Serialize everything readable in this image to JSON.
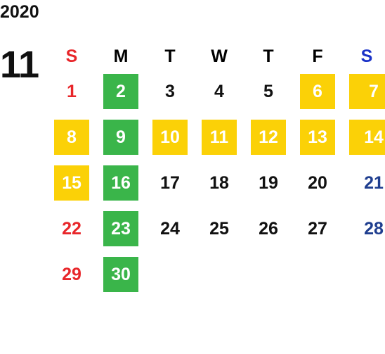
{
  "year": "2020",
  "month": "11",
  "weekdays": [
    "S",
    "M",
    "T",
    "W",
    "T",
    "F",
    "S"
  ],
  "colors": {
    "yellow": "#fbd107",
    "green": "#3ab54a",
    "sunday": "#e8262a",
    "saturday_header": "#1a32c8",
    "saturday": "#1f3e8f"
  },
  "weeks": [
    [
      {
        "day": "1",
        "hl": "none"
      },
      {
        "day": "2",
        "hl": "green"
      },
      {
        "day": "3",
        "hl": "none"
      },
      {
        "day": "4",
        "hl": "none"
      },
      {
        "day": "5",
        "hl": "none"
      },
      {
        "day": "6",
        "hl": "yellow"
      },
      {
        "day": "7",
        "hl": "yellow"
      }
    ],
    [
      {
        "day": "8",
        "hl": "yellow"
      },
      {
        "day": "9",
        "hl": "green"
      },
      {
        "day": "10",
        "hl": "yellow"
      },
      {
        "day": "11",
        "hl": "yellow"
      },
      {
        "day": "12",
        "hl": "yellow"
      },
      {
        "day": "13",
        "hl": "yellow"
      },
      {
        "day": "14",
        "hl": "yellow"
      }
    ],
    [
      {
        "day": "15",
        "hl": "yellow"
      },
      {
        "day": "16",
        "hl": "green"
      },
      {
        "day": "17",
        "hl": "none"
      },
      {
        "day": "18",
        "hl": "none"
      },
      {
        "day": "19",
        "hl": "none"
      },
      {
        "day": "20",
        "hl": "none"
      },
      {
        "day": "21",
        "hl": "none"
      }
    ],
    [
      {
        "day": "22",
        "hl": "none"
      },
      {
        "day": "23",
        "hl": "green"
      },
      {
        "day": "24",
        "hl": "none"
      },
      {
        "day": "25",
        "hl": "none"
      },
      {
        "day": "26",
        "hl": "none"
      },
      {
        "day": "27",
        "hl": "none"
      },
      {
        "day": "28",
        "hl": "none"
      }
    ],
    [
      {
        "day": "29",
        "hl": "none"
      },
      {
        "day": "30",
        "hl": "green"
      },
      {
        "day": "",
        "hl": "none"
      },
      {
        "day": "",
        "hl": "none"
      },
      {
        "day": "",
        "hl": "none"
      },
      {
        "day": "",
        "hl": "none"
      },
      {
        "day": "",
        "hl": "none"
      }
    ]
  ]
}
